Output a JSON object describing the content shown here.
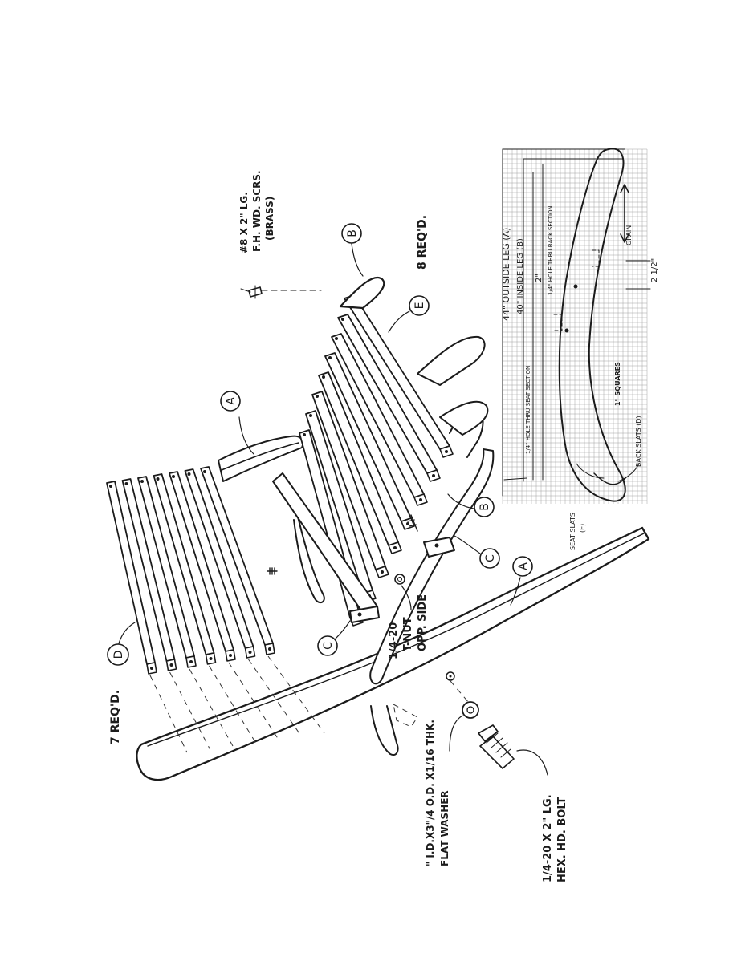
{
  "parts": {
    "A": "A",
    "B": "B",
    "C": "C",
    "D": "D",
    "E": "E"
  },
  "callouts": {
    "screw_line1": "#8 X 2\" LG.",
    "screw_line2": "F.H. WD. SCRS.",
    "screw_line3": "(BRASS)",
    "b_req": "8 REQ'D.",
    "d_req": "7 REQ'D.",
    "tnut_line1": "1/4-20",
    "tnut_line2": "T-NUT",
    "tnut_line3": "OPP. SIDE",
    "washer_line1": "\" I.D.X3\"/4 O.D. X1/16 THK.",
    "washer_line2": "FLAT WASHER",
    "bolt_line1": "1/4-20 X 2\" LG.",
    "bolt_line2": "HEX. HD. BOLT"
  },
  "profile": {
    "outside_leg": "44\" OUTSIDE LEG (A)",
    "inside_leg": "40\" INSIDE LEG (B)",
    "dim_2": "2\"",
    "hole_back": "1/4\" HOLE THRU BACK SECTION",
    "hole_seat": "1/4\" HOLE THRU SEAT SECTION",
    "squares": "1\" SQUARES",
    "grain": "GRAIN",
    "back_slats": "BACK SLATS (D)",
    "seat_slats_1": "SEAT SLATS",
    "seat_slats_2": "(E)",
    "dim_2half": "2 1/2\""
  },
  "colors": {
    "ink": "#1b1b1b",
    "paper": "#ffffff",
    "grid": "#9a9a9a"
  }
}
